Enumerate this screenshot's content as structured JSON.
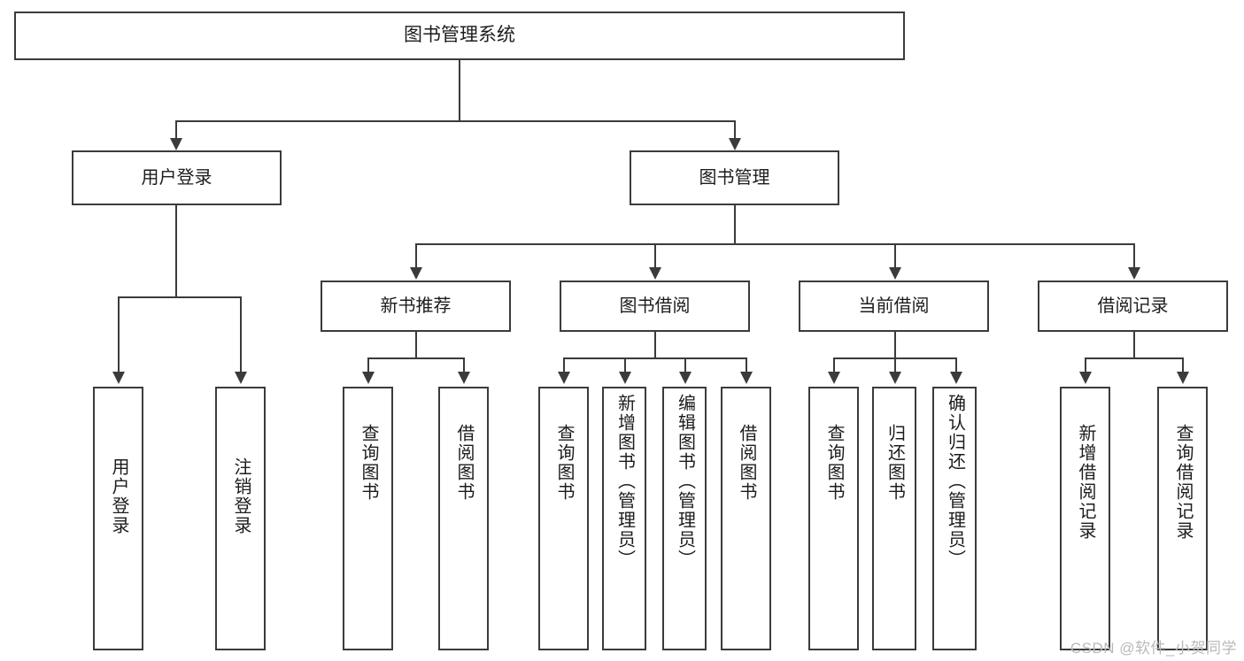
{
  "diagram": {
    "type": "tree",
    "title": "图书管理系统",
    "root": {
      "label": "图书管理系统"
    },
    "level1": [
      {
        "label": "用户登录"
      },
      {
        "label": "图书管理"
      }
    ],
    "level2": [
      {
        "label": "新书推荐"
      },
      {
        "label": "图书借阅"
      },
      {
        "label": "当前借阅"
      },
      {
        "label": "借阅记录"
      }
    ],
    "leaves": {
      "user_login": [
        {
          "label": "用户登录"
        },
        {
          "label": "注销登录"
        }
      ],
      "new_book_recommend": [
        {
          "label": "查询图书"
        },
        {
          "label": "借阅图书"
        }
      ],
      "book_borrow": [
        {
          "label": "查询图书"
        },
        {
          "label": "新增图书（管理员）"
        },
        {
          "label": "编辑图书（管理员）"
        },
        {
          "label": "借阅图书"
        }
      ],
      "current_borrow": [
        {
          "label": "查询图书"
        },
        {
          "label": "归还图书"
        },
        {
          "label": "确认归还（管理员）"
        }
      ],
      "borrow_record": [
        {
          "label": "新增借阅记录"
        },
        {
          "label": "查询借阅记录"
        }
      ]
    }
  },
  "watermark": {
    "text": "CSDN @软件_小贺同学"
  },
  "colors": {
    "stroke": "#3b3b3b",
    "background": "#ffffff",
    "text": "#1c1c1c",
    "watermark": "#b9b9b9"
  }
}
